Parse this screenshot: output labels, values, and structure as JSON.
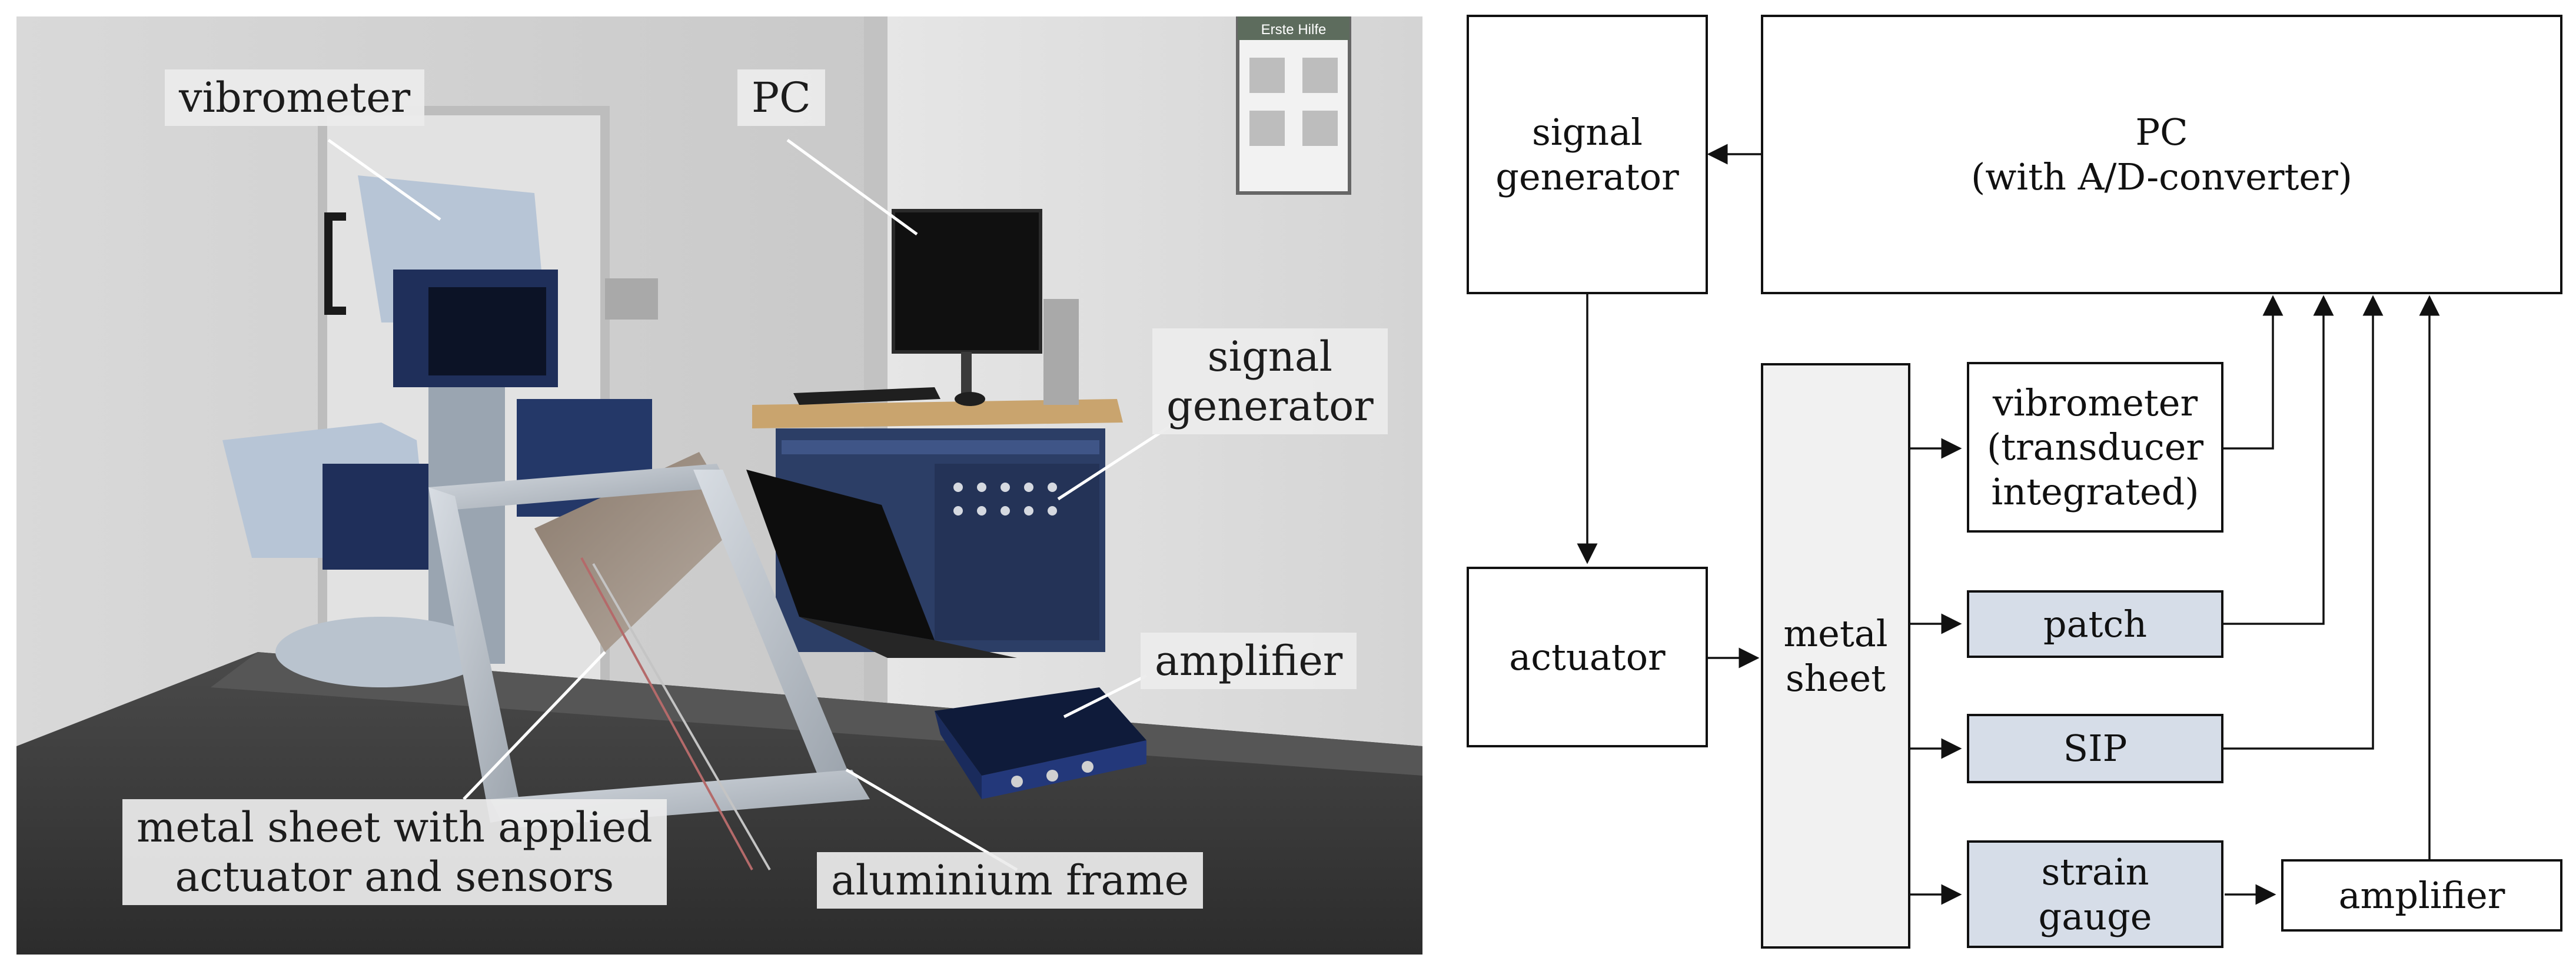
{
  "photo_labels": {
    "vibrometer": "vibrometer",
    "pc": "PC",
    "signal_generator": "signal\ngenerator",
    "amplifier": "amplifier",
    "metal_sheet": "metal sheet with applied\nactuator and sensors",
    "aluminium_frame": "aluminium frame",
    "wall_sign": "Erste Hilfe"
  },
  "diagram": {
    "signal_generator": "signal\ngenerator",
    "pc": "PC\n(with A/D-converter)",
    "metal_sheet": "metal\nsheet",
    "vibrometer": "vibrometer\n(transducer\nintegrated)",
    "patch": "patch",
    "sip": "SIP",
    "strain_gauge": "strain\ngauge",
    "actuator": "actuator",
    "amplifier": "amplifier"
  },
  "colors": {
    "sensor_fill": "#d6dde8",
    "sheet_fill": "#f1f1f1",
    "line": "#111111"
  }
}
